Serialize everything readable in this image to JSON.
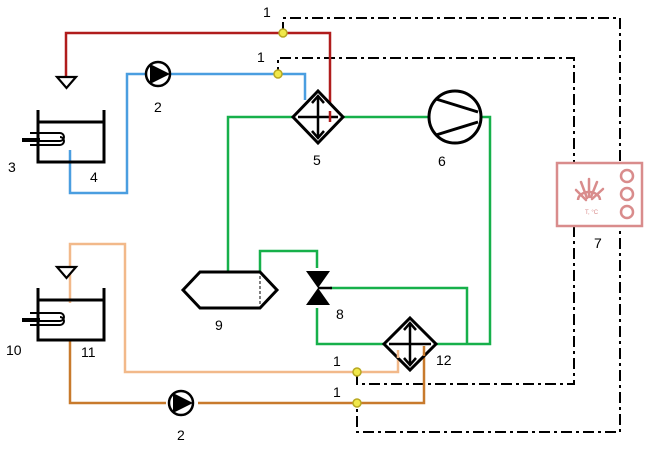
{
  "colors": {
    "red": "#b01c1c",
    "blue": "#4a9ee0",
    "green": "#16b04a",
    "peach": "#f2b98a",
    "brown": "#c87a2c",
    "control": "#000000",
    "sensor": "#f0e84a",
    "controller": "#d98c8c"
  },
  "labels": {
    "sensor_top_a": "1",
    "sensor_top_b": "1",
    "sensor_bottom_a": "1",
    "sensor_bottom_b": "1",
    "pump_top": "2",
    "heater_top": "3",
    "tank_top": "4",
    "exchanger_top": "5",
    "compressor": "6",
    "controller": "7",
    "valve": "8",
    "separator": "9",
    "heater_bottom": "10",
    "tank_bottom": "11",
    "exchanger_bottom": "12",
    "pump_bottom": "2"
  },
  "controller": {
    "temp_text": "T, °C"
  },
  "icons": {
    "pump": "pump-icon",
    "heat_exchanger": "heat-exchanger-icon",
    "compressor": "compressor-icon",
    "expansion_valve": "expansion-valve-icon",
    "separator": "separator-icon",
    "heater": "heater-icon",
    "controller": "controller-icon",
    "sensor": "sensor-icon",
    "drain": "drain-icon"
  }
}
